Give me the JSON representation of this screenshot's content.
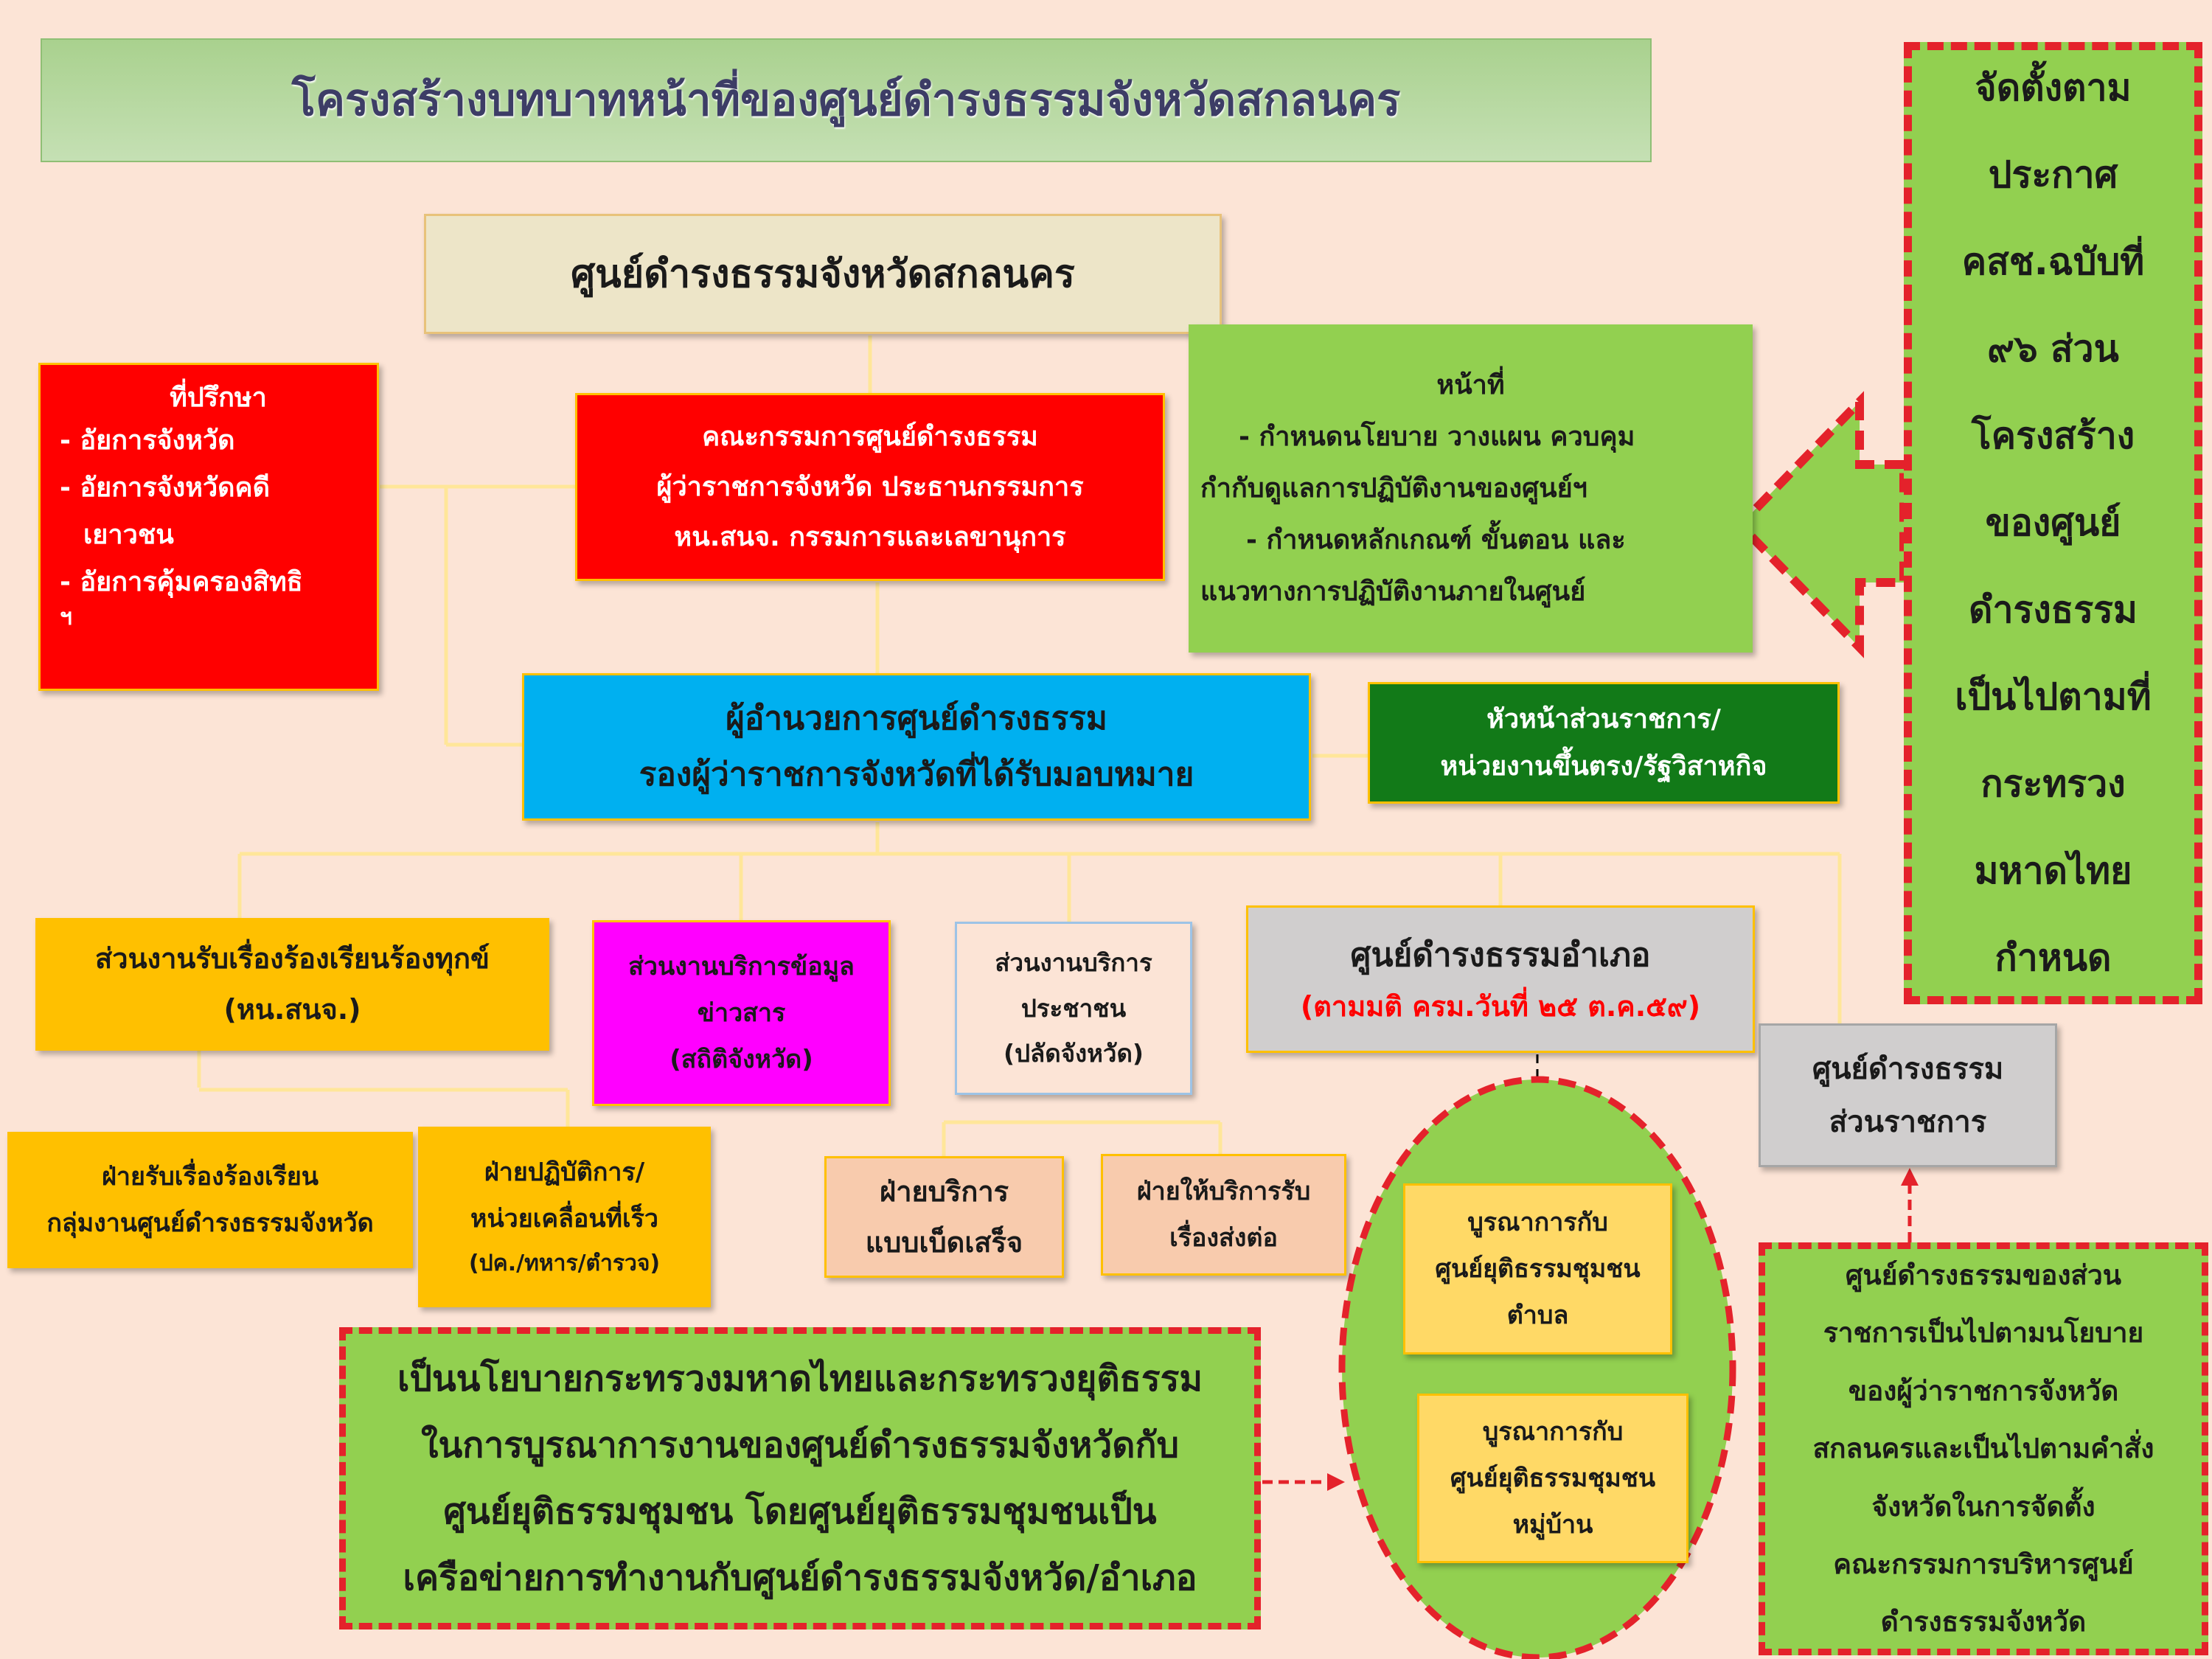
{
  "title": "โครงสร้างบทบาทหน้าที่ของศูนย์ดำรงธรรมจังหวัดสกลนคร",
  "top_center": "ศูนย์ดำรงธรรมจังหวัดสกลนคร",
  "advisor": {
    "heading": "ที่ปรึกษา",
    "items": [
      "- อัยการจังหวัด",
      "- อัยการจังหวัดคดี",
      "  เยาวชน",
      "- อัยการคุ้มครองสิทธิ",
      "ฯ"
    ]
  },
  "committee": [
    "คณะกรรมการศูนย์ดำรงธรรม",
    "ผู้ว่าราชการจังหวัด  ประธานกรรมการ",
    "หน.สนจ. กรรมการและเลขานุการ"
  ],
  "duties": {
    "heading": "หน้าที่",
    "lines": [
      "- กำหนดนโยบาย วางแผน ควบคุม",
      "กำกับดูแลการปฏิบัติงานของศูนย์ฯ",
      "- กำหนดหลักเกณฑ์ ขั้นตอน และ",
      "แนวทางการปฏิบัติงานภายในศูนย์"
    ]
  },
  "announcement": [
    "จัดตั้งตาม",
    "ประกาศ",
    "คสช.ฉบับที่",
    "๙๖ ส่วน",
    "โครงสร้าง",
    "ของศูนย์",
    "ดำรงธรรม",
    "เป็นไปตามที่",
    "กระทรวง",
    "มหาดไทย",
    "กำหนด"
  ],
  "director": [
    "ผู้อำนวยการศูนย์ดำรงธรรม",
    "รองผู้ว่าราชการจังหวัดที่ได้รับมอบหมาย"
  ],
  "agency_heads": [
    "หัวหน้าส่วนราชการ/",
    "หน่วยงานขึ้นตรง/รัฐวิสาหกิจ"
  ],
  "complaints": [
    "ส่วนงานรับเรื่องร้องเรียนร้องทุกข์",
    "(หน.สนจ.)"
  ],
  "info_service": [
    "ส่วนงานบริการข้อมูล",
    "ข่าวสาร",
    "(สถิติจังหวัด)"
  ],
  "public_service": [
    "ส่วนงานบริการ",
    "ประชาชน",
    "(ปลัดจังหวัด)"
  ],
  "district": {
    "line1": "ศูนย์ดำรงธรรมอำเภอ",
    "line2": "(ตามมติ ครม.วันที่ ๒๕ ต.ค.๕๙)"
  },
  "gov_unit": [
    "ศูนย์ดำรงธรรม",
    "ส่วนราชการ"
  ],
  "receive_complaints": [
    "ฝ่ายรับเรื่องร้องเรียน",
    "กลุ่มงานศูนย์ดำรงธรรมจังหวัด"
  ],
  "operations": [
    "ฝ่ายปฏิบัติการ/",
    "หน่วยเคลื่อนที่เร็ว",
    "(ปค./ทหาร/ตำรวจ)"
  ],
  "one_stop": [
    "ฝ่ายบริการ",
    "แบบเบ็ดเสร็จ"
  ],
  "referral": [
    "ฝ่ายให้บริการรับ",
    "เรื่องส่งต่อ"
  ],
  "tambon": [
    "บูรณาการกับ",
    "ศูนย์ยุติธรรมชุมชน",
    "ตำบล"
  ],
  "village": [
    "บูรณาการกับ",
    "ศูนย์ยุติธรรมชุมชน",
    "หมู่บ้าน"
  ],
  "policy_note": [
    "เป็นนโยบายกระทรวงมหาดไทยและกระทรวงยุติธรรม",
    "ในการบูรณาการงานของศูนย์ดำรงธรรมจังหวัดกับ",
    "ศูนย์ยุติธรรมชุมชน โดยศูนย์ยุติธรรมชุมชนเป็น",
    "เครือข่ายการทำงานกับศูนย์ดำรงธรรมจังหวัด/อำเภอ"
  ],
  "gov_note": [
    "ศูนย์ดำรงธรรมของส่วน",
    "ราชการเป็นไปตามนโยบาย",
    "ของผู้ว่าราชการจังหวัด",
    "สกลนครและเป็นไปตามคำสั่ง",
    "จังหวัดในการจัดตั้ง",
    "คณะกรรมการบริหารศูนย์",
    "ดำรงธรรมจังหวัด"
  ],
  "colors": {
    "background": "#fce4d6",
    "title_green": "#a9d18e",
    "beige": "#ede5c8",
    "red": "#ff0000",
    "light_green": "#92d050",
    "cyan": "#00b0f0",
    "dark_green": "#127a18",
    "orange": "#ffc000",
    "magenta": "#ff00ff",
    "peach": "#f8cbad",
    "gray": "#d0cece",
    "yellow": "#ffd966",
    "dashed_red": "#e4222b"
  }
}
